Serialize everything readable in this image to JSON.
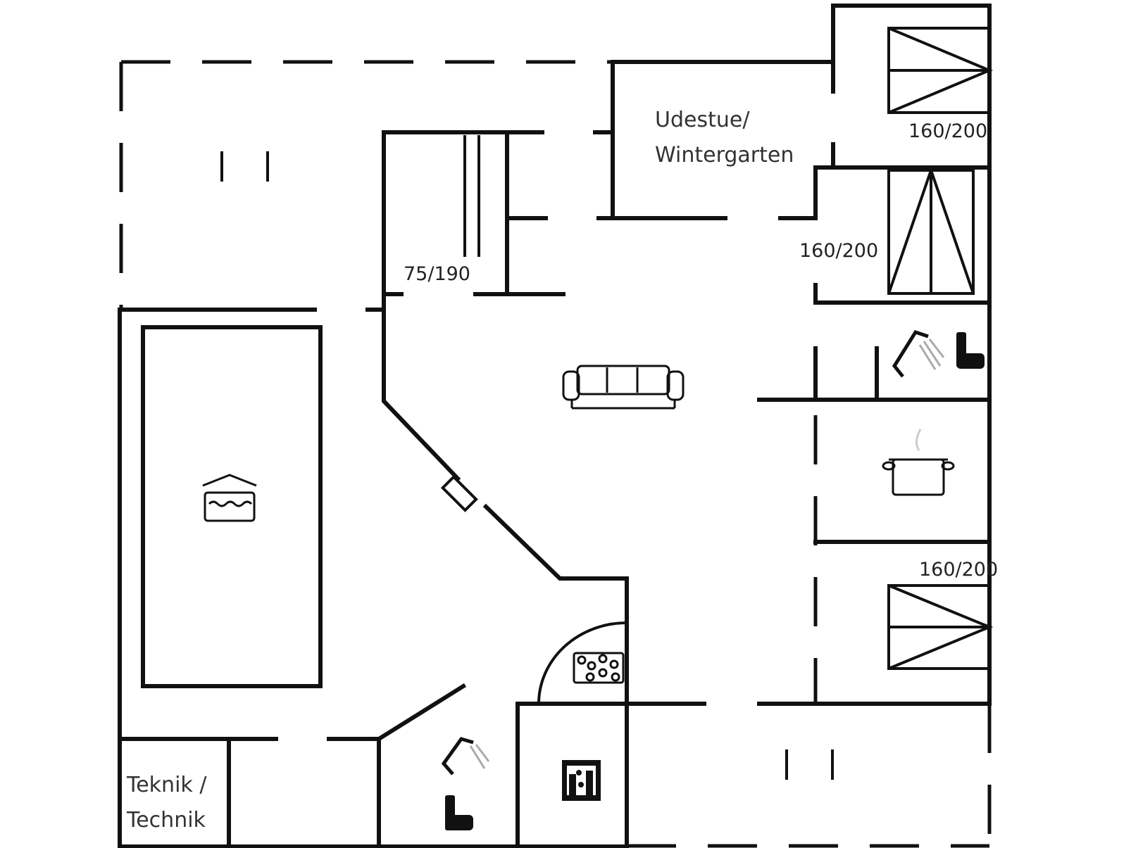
{
  "rooms": {
    "sunroom": {
      "line1": "Udestue/",
      "line2": "Wintergarten"
    },
    "technical": {
      "line1": "Teknik /",
      "line2": "Technik"
    }
  },
  "beds": {
    "top_right": "160/200",
    "middle_right": "160/200",
    "lower_right": "160/200",
    "bunk": "75/190"
  },
  "icons": [
    "sofa-icon",
    "pool-icon",
    "shower-icon",
    "toilet-icon",
    "cooking-pot-icon",
    "hob-icon",
    "washing-machine-icon"
  ],
  "colors": {
    "walls": "#111111",
    "background": "#ffffff"
  }
}
